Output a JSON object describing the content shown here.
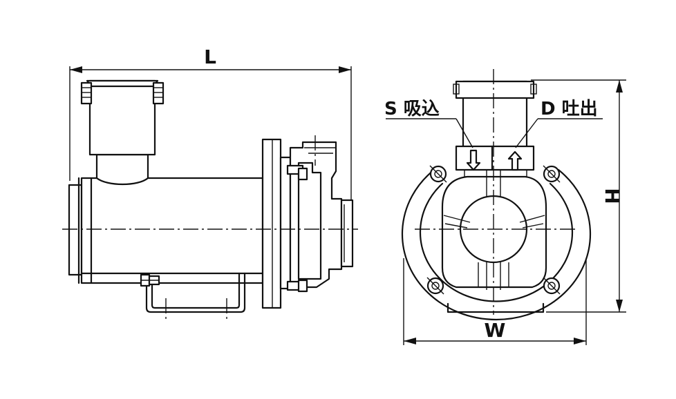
{
  "dimensions": {
    "length_label": "L",
    "width_label": "W",
    "height_label": "H"
  },
  "ports": {
    "suction_label": "S 吸込",
    "discharge_label": "D 吐出"
  }
}
